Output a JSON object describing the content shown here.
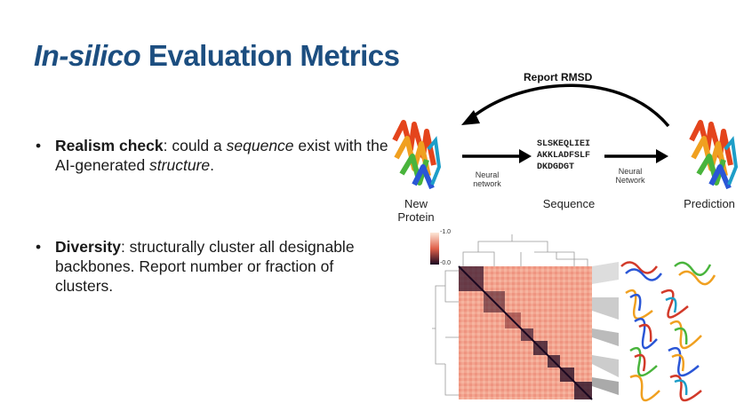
{
  "title": {
    "italic_part": "In-silico",
    "rest": " Evaluation Metrics"
  },
  "bullets": [
    {
      "bold": "Realism check",
      "t1": ": could a ",
      "it1": "sequence",
      "t2": " exist with the AI-generated ",
      "it2": "structure",
      "t3": "."
    },
    {
      "bold": "Diversity",
      "text": ": structurally cluster all designable backbones. Report number or fraction of clusters."
    }
  ],
  "diagram": {
    "report_label": "Report RMSD",
    "new_protein": "New Protein",
    "sequence_label": "Sequence",
    "prediction": "Prediction",
    "nn_left": "Neural network",
    "nn_right": "Neural Network",
    "sequence_lines": [
      "SLSKEQLIEI",
      "AKKLADFSLF",
      "DKDGDGT"
    ]
  },
  "heatmap": {
    "scale_max": "-1.0",
    "scale_min": "-0.0"
  }
}
